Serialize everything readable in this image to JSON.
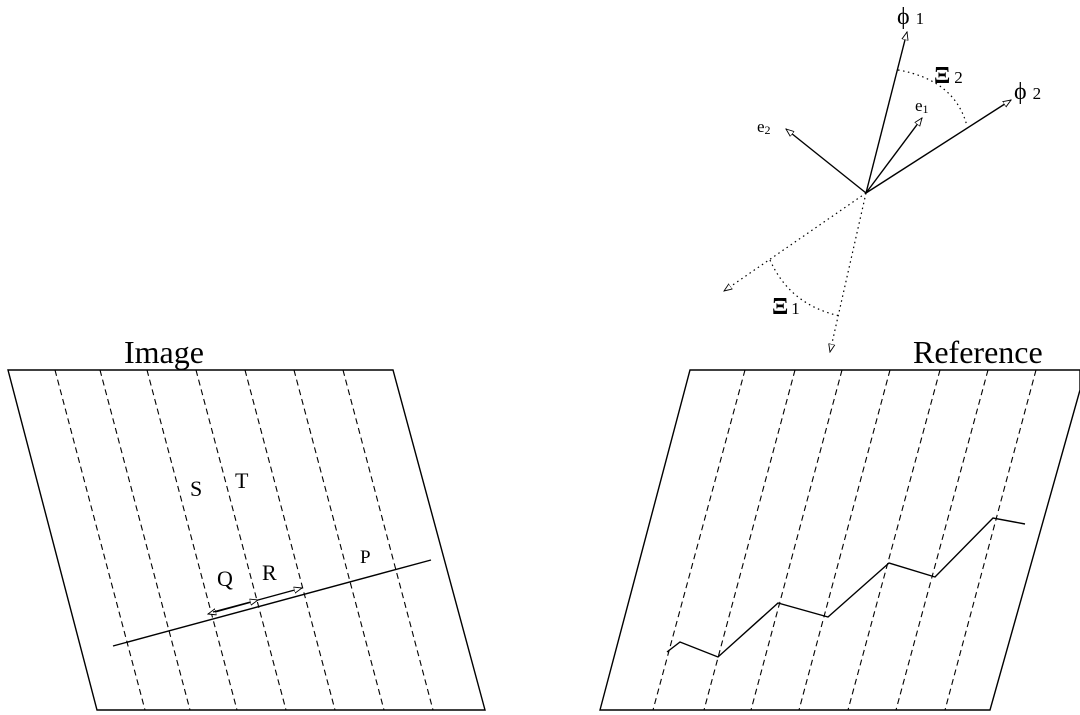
{
  "image_panel": {
    "title": "Image",
    "point_labels": [
      "S",
      "T",
      "Q",
      "R",
      "P"
    ]
  },
  "reference_panel": {
    "title": "Reference"
  },
  "axes": {
    "phi1": {
      "symbol": "ϕ",
      "sub": "1"
    },
    "phi2": {
      "symbol": "ϕ",
      "sub": "2"
    },
    "e1": {
      "symbol": "e",
      "sub": "1"
    },
    "e2": {
      "symbol": "e",
      "sub": "2"
    },
    "xi1": {
      "symbol": "Ξ",
      "sub": "1"
    },
    "xi2": {
      "symbol": "Ξ",
      "sub": "2"
    }
  }
}
